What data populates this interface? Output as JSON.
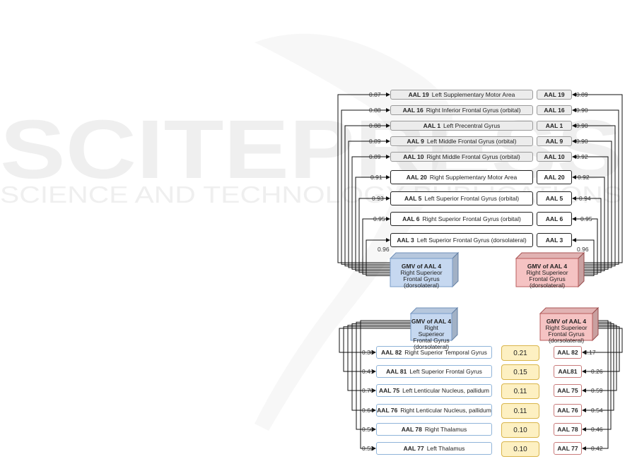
{
  "watermark": {
    "line1": "SCITEPRESS",
    "line2": "SCIENCE AND TECHNOLOGY PUBLICATIONS"
  },
  "colors": {
    "blue_fill": "#c6d8f0",
    "blue_stroke": "#7a9cc9",
    "red_fill": "#f5c3c3",
    "red_stroke": "#b85c5c",
    "yellow_fill": "#fdf0c2",
    "yellow_stroke": "#d9b54a",
    "grey_fill": "#ececec"
  },
  "top": {
    "left_target": {
      "bold": "GMV of AAL 4",
      "rest": [
        "Right Superieor",
        "Frontal Gyrus",
        "(dorsolateral)"
      ]
    },
    "right_target": {
      "bold": "GMV of AAL 4",
      "rest": [
        "Right Superieor",
        "Frontal Gyrus",
        "(dorsolateral)"
      ]
    },
    "rows": [
      {
        "id": "AAL 19",
        "name": "Left Supplementary Motor Area",
        "short": "AAL 19",
        "left": "0.87",
        "right": "0.89"
      },
      {
        "id": "AAL 16",
        "name": "Right Inferior Frontal Gyrus (orbital)",
        "short": "AAL 16",
        "left": "0.88",
        "right": "0.90"
      },
      {
        "id": "AAL 1",
        "name": "Left Precentral Gyrus",
        "short": "AAL 1",
        "left": "0.88",
        "right": "0.90"
      },
      {
        "id": "AAL 9",
        "name": "Left Middle Frontal Gyrus (orbital)",
        "short": "AAL 9",
        "left": "0.89",
        "right": "0.90"
      },
      {
        "id": "AAL 10",
        "name": "Right Middle Frontal Gyrus (orbital)",
        "short": "AAL 10",
        "left": "0.89",
        "right": "0.92"
      },
      {
        "id": "AAL 20",
        "name": "Right Supplementary Motor Area",
        "short": "AAL 20",
        "left": "0.91",
        "right": "0.92"
      },
      {
        "id": "AAL 5",
        "name": "Left Superior Frontal Gyrus (orbital)",
        "short": "AAL 5",
        "left": "0.93",
        "right": "0.94"
      },
      {
        "id": "AAL 6",
        "name": "Right Superior Frontal Gyrus (orbital)",
        "short": "AAL 6",
        "left": "0.95",
        "right": "0.95"
      },
      {
        "id": "AAL 3",
        "name": "Left Superior Frontal Gyrus (dorsolateral)",
        "short": "AAL  3",
        "left": "0.96",
        "right": "0.96"
      }
    ]
  },
  "bottom": {
    "left_target": {
      "bold": "GMV of AAL 4",
      "rest": [
        "Right Superieor",
        "Frontal Gyrus",
        "(dorsolateral)"
      ]
    },
    "right_target": {
      "bold": "GMV of AAL 4",
      "rest": [
        "Right Superieor",
        "Frontal Gyrus",
        "(dorsolateral)"
      ]
    },
    "rows": [
      {
        "id": "AAL 82",
        "name": "Right Superior Temporal Gyrus",
        "short": "AAL 82",
        "left": "0.38",
        "right": "0.17",
        "diff": "0.21"
      },
      {
        "id": "AAL 81",
        "name": "Left Superior Frontal Gyrus",
        "short": "AAL81",
        "left": "0.41",
        "right": "0.26",
        "diff": "0.15"
      },
      {
        "id": "AAL 75",
        "name": "Left Lenticular Nucleus, pallidum",
        "short": "AAL 75",
        "left": "0.70",
        "right": "0.59",
        "diff": "0.11"
      },
      {
        "id": "AAL 76",
        "name": "Right Lenticular Nucleus, pallidum",
        "short": "AAL 76",
        "left": "0.64",
        "right": "0.54",
        "diff": "0.11"
      },
      {
        "id": "AAL 78",
        "name": "Right Thalamus",
        "short": "AAL 78",
        "left": "0.56",
        "right": "0.46",
        "diff": "0.10"
      },
      {
        "id": "AAL 77",
        "name": "Left Thalamus",
        "short": "AAL 77",
        "left": "0.52",
        "right": "0.42",
        "diff": "0.10"
      }
    ]
  }
}
